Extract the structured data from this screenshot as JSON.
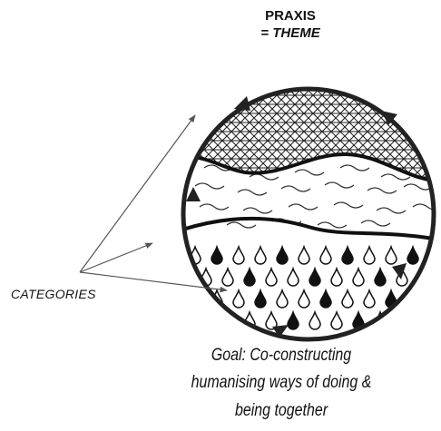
{
  "header": {
    "line1": "PRAXIS",
    "line2": "= THEME"
  },
  "label": {
    "categories": "CATEGORIES"
  },
  "goal": {
    "line1": "Goal: Co-constructing",
    "line2": "humanising ways of doing &",
    "line3": "being together"
  }
}
